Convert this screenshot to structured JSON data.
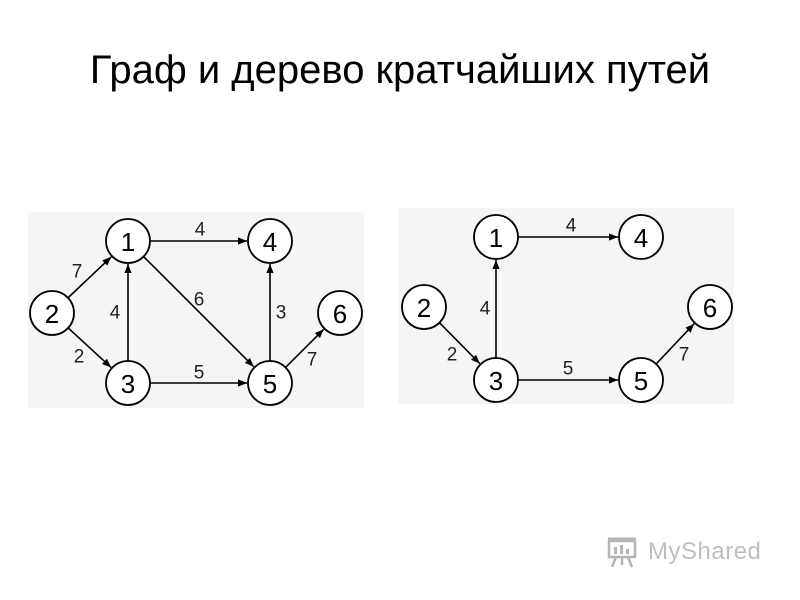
{
  "title": "Граф и дерево кратчайших путей",
  "colors": {
    "panel_background": "#f5f5f5",
    "node_fill": "#ffffff",
    "stroke": "#000000",
    "watermark": "#8a8a8a"
  },
  "graph": {
    "nodes": [
      {
        "id": "1",
        "label": "1"
      },
      {
        "id": "2",
        "label": "2"
      },
      {
        "id": "3",
        "label": "3"
      },
      {
        "id": "4",
        "label": "4"
      },
      {
        "id": "5",
        "label": "5"
      },
      {
        "id": "6",
        "label": "6"
      }
    ],
    "edges": [
      {
        "from": "1",
        "to": "4",
        "weight": "4"
      },
      {
        "from": "2",
        "to": "1",
        "weight": "7"
      },
      {
        "from": "3",
        "to": "1",
        "weight": "4"
      },
      {
        "from": "1",
        "to": "5",
        "weight": "6"
      },
      {
        "from": "5",
        "to": "4",
        "weight": "3"
      },
      {
        "from": "2",
        "to": "3",
        "weight": "2"
      },
      {
        "from": "3",
        "to": "5",
        "weight": "5"
      },
      {
        "from": "5",
        "to": "6",
        "weight": "7"
      }
    ]
  },
  "tree": {
    "nodes": [
      {
        "id": "1",
        "label": "1"
      },
      {
        "id": "2",
        "label": "2"
      },
      {
        "id": "3",
        "label": "3"
      },
      {
        "id": "4",
        "label": "4"
      },
      {
        "id": "5",
        "label": "5"
      },
      {
        "id": "6",
        "label": "6"
      }
    ],
    "edges": [
      {
        "from": "1",
        "to": "4",
        "weight": "4"
      },
      {
        "from": "3",
        "to": "1",
        "weight": "4"
      },
      {
        "from": "2",
        "to": "3",
        "weight": "2"
      },
      {
        "from": "3",
        "to": "5",
        "weight": "5"
      },
      {
        "from": "5",
        "to": "6",
        "weight": "7"
      }
    ]
  },
  "watermark": {
    "text": "MyShared",
    "icon": "presentation-board-icon"
  }
}
